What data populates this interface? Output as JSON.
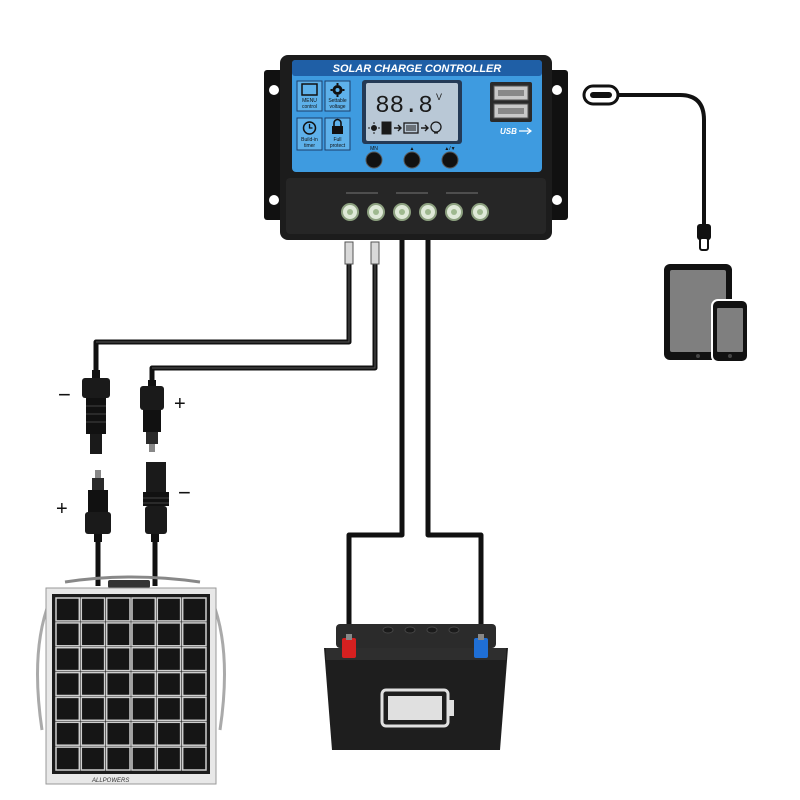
{
  "controller": {
    "title": "SOLAR CHARGE CONTROLLER",
    "display_value": "88.8",
    "display_unit": "V",
    "usb_label": "USB",
    "buttons": {
      "menu": {
        "icon": "lcd-icon",
        "label_line1": "MENU",
        "label_line2": "control"
      },
      "settable": {
        "icon": "gear-icon",
        "label_line1": "Settable",
        "label_line2": "voltage"
      },
      "timer": {
        "icon": "clock-icon",
        "label_line1": "Build-in",
        "label_line2": "timer"
      },
      "protect": {
        "icon": "lock-icon",
        "label_line1": "Full",
        "label_line2": "protect"
      }
    },
    "key_labels": [
      "MN",
      "▲",
      "▲/▼"
    ],
    "terminal_count": 6
  },
  "connectors": {
    "upper_left_sign": "−",
    "upper_right_sign": "+",
    "lower_left_sign": "+",
    "lower_right_sign": "−"
  },
  "panel": {
    "brand": "ALLPOWERS",
    "icon": "solar-panel-icon"
  },
  "battery": {
    "icon": "battery-icon",
    "positive_color": "#d62020",
    "negative_color": "#1f6fd6"
  },
  "devices": {
    "tablet_icon": "tablet-icon",
    "phone_icon": "phone-icon",
    "cable_icon": "usb-c-cable-icon"
  },
  "colors": {
    "controller_face": "#3e9be0",
    "controller_body": "#1c1c1c",
    "lcd": "#b9c8d6",
    "wire": "#111111"
  }
}
